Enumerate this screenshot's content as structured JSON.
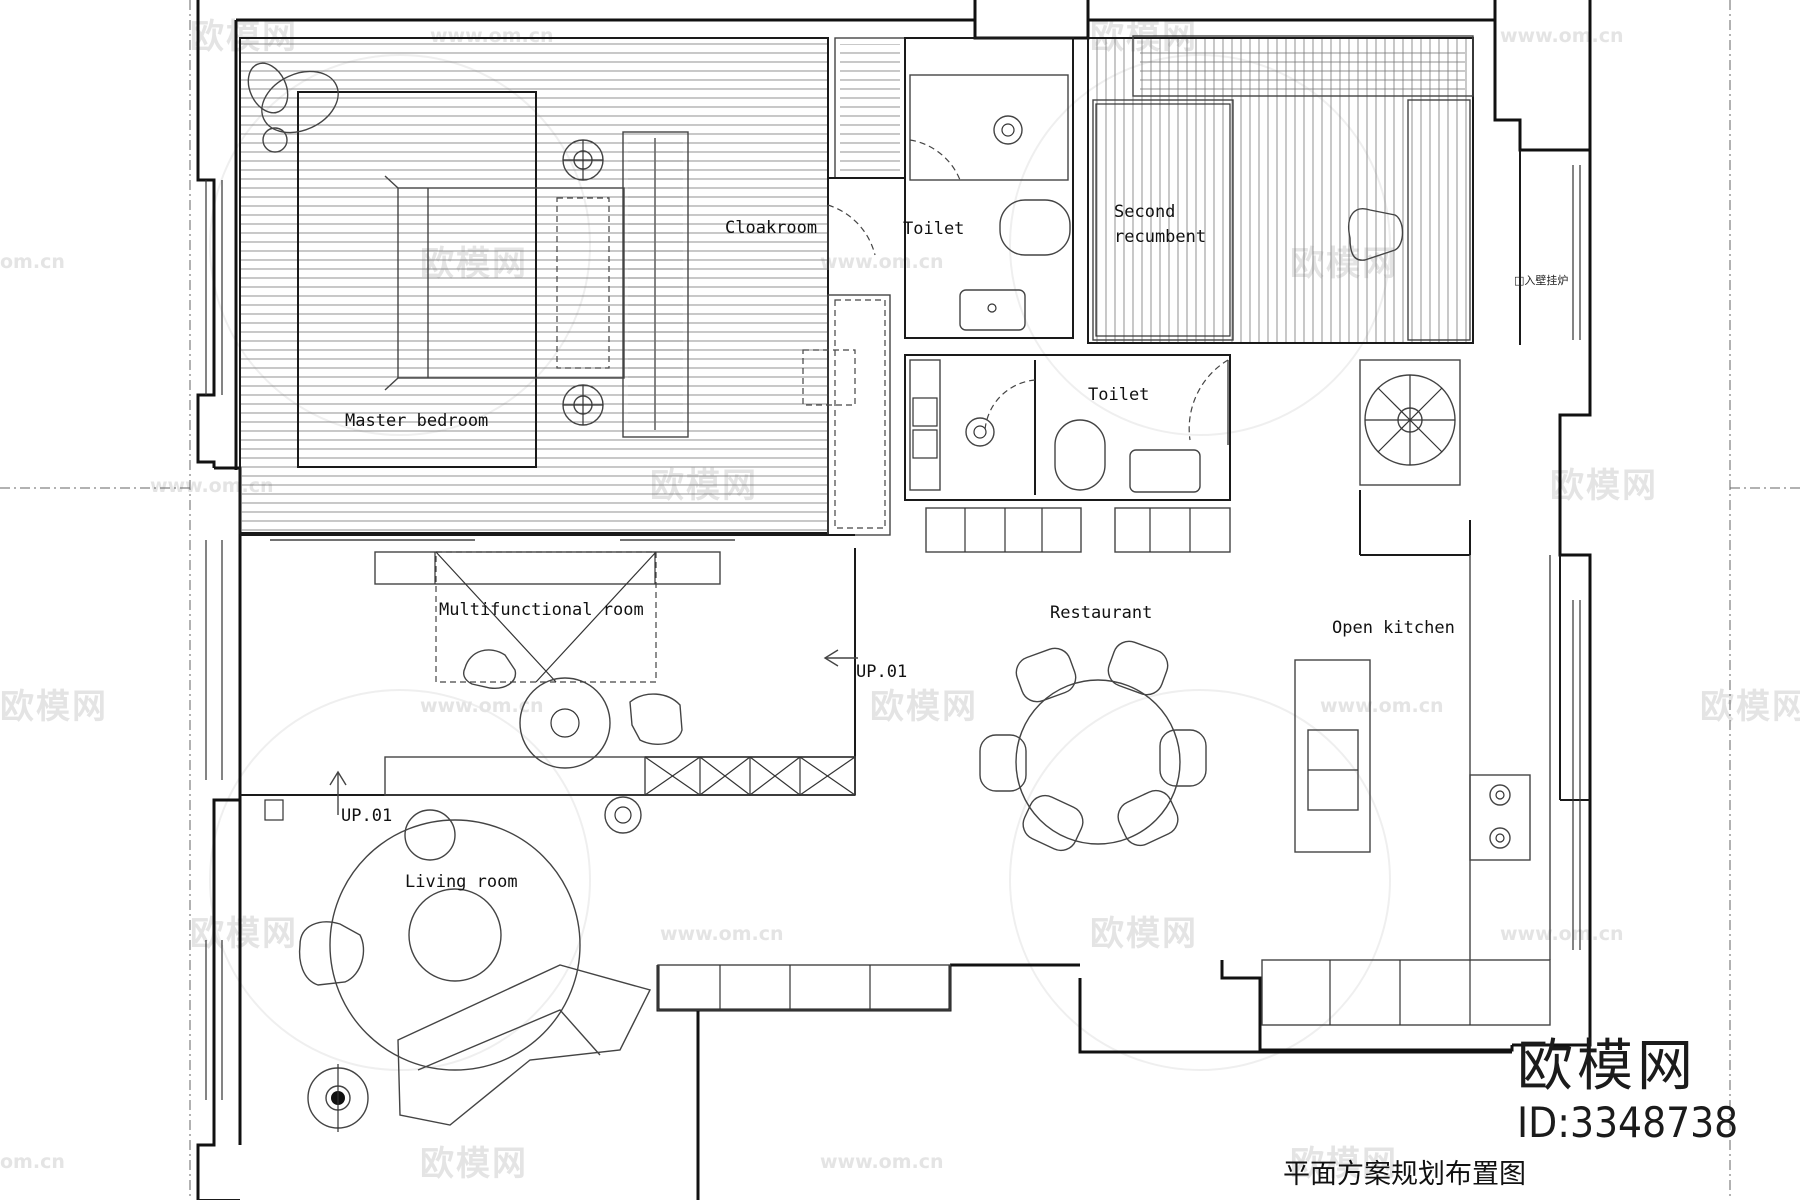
{
  "rooms": {
    "master_bedroom": "Master bedroom",
    "cloakroom": "Cloakroom",
    "toilet_upper": "Toilet",
    "second_recumbent_line1": "Second",
    "second_recumbent_line2": "recumbent",
    "toilet_lower": "Toilet",
    "multifunctional_room": "Multifunctional room",
    "restaurant": "Restaurant",
    "open_kitchen": "Open kitchen",
    "living_room": "Living room"
  },
  "markers": {
    "up_right": "UP.01",
    "up_left": "UP.01"
  },
  "equipment_note": "□入壁挂炉",
  "watermark": {
    "text": "欧模网",
    "url": "www.om.cn",
    "url_short": "om.cn"
  },
  "brand": {
    "name": "欧模网",
    "id": "ID:3348738"
  },
  "caption": "平面方案规划布置图"
}
